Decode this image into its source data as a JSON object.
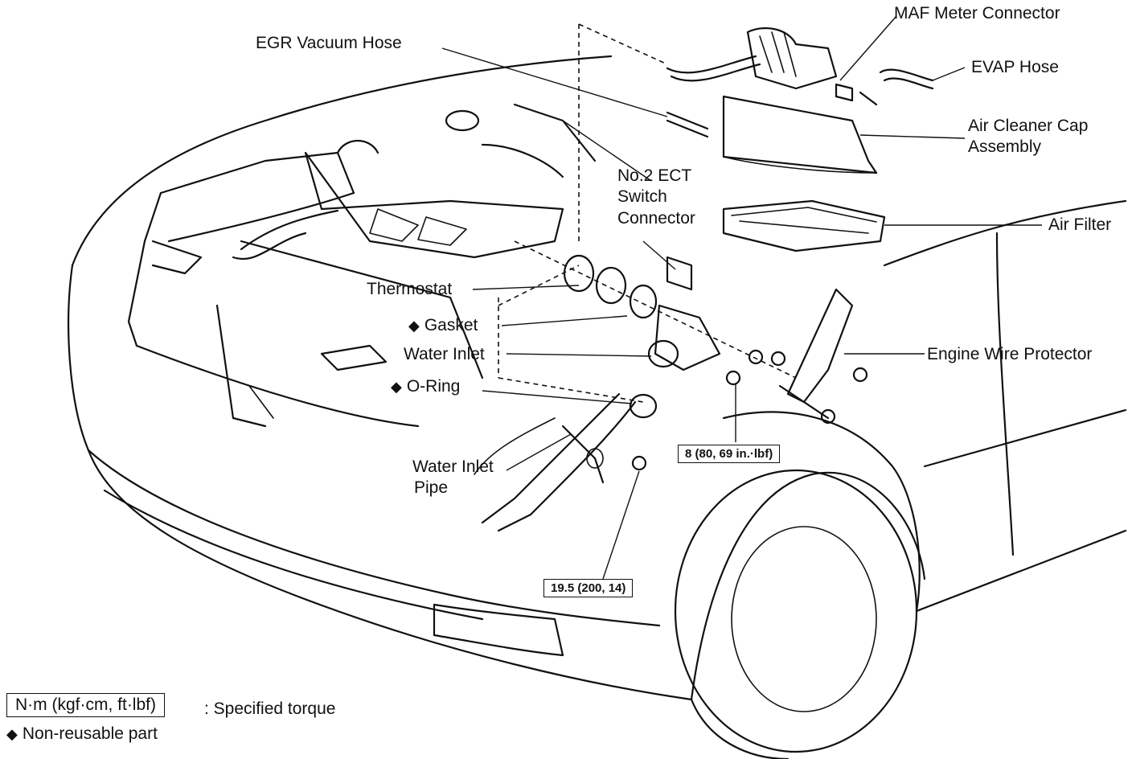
{
  "labels": {
    "egr_vacuum_hose": "EGR Vacuum Hose",
    "maf_meter_connector": "MAF Meter Connector",
    "evap_hose": "EVAP Hose",
    "air_cleaner_cap_line1": "Air Cleaner Cap",
    "air_cleaner_cap_line2": "Assembly",
    "air_filter": "Air Filter",
    "ect_line1": "No.2 ECT",
    "ect_line2": "Switch",
    "ect_line3": "Connector",
    "thermostat": "Thermostat",
    "gasket": "Gasket",
    "water_inlet": "Water Inlet",
    "o_ring": "O-Ring",
    "engine_wire_protector": "Engine Wire Protector",
    "water_inlet_pipe_line1": "Water Inlet",
    "water_inlet_pipe_line2": "Pipe"
  },
  "torque": {
    "nut_torque": "8 (80, 69 in.·lbf)",
    "bolt_torque": "19.5 (200, 14)"
  },
  "legend": {
    "torque_box": "N·m (kgf·cm, ft·lbf)",
    "torque_text": ": Specified torque",
    "nonreusable_text": "Non-reusable part"
  },
  "symbols": {
    "diamond": "◆"
  },
  "icons": [
    "diamond-icon"
  ]
}
